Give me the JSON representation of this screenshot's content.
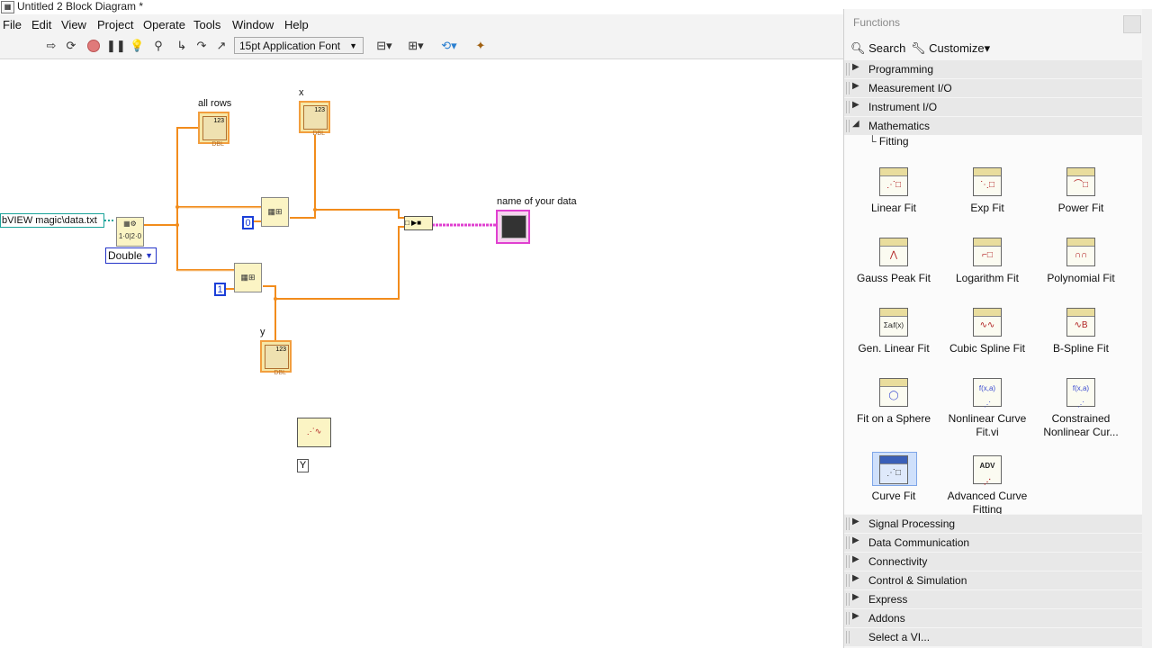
{
  "window": {
    "title": "Untitled 2 Block Diagram *"
  },
  "menu": [
    "File",
    "Edit",
    "View",
    "Project",
    "Operate",
    "Tools",
    "Window",
    "Help"
  ],
  "toolbar": {
    "font_selector": "15pt Application Font",
    "icons": [
      "run-arrow-icon",
      "run-continuously-icon",
      "abort-icon",
      "pause-icon",
      "highlight-execution-icon",
      "retain-wire-values-icon",
      "step-into-icon",
      "step-over-icon",
      "step-out-icon",
      "align-icon",
      "distribute-icon",
      "reorder-icon",
      "cleanup-icon"
    ]
  },
  "diagram": {
    "path_constant": "bVIEW magic\\data.txt",
    "ring_value": "Double",
    "labels": {
      "all_rows": "all rows",
      "x": "x",
      "y": "y",
      "name_of_data": "name of your data",
      "Y": "Y"
    },
    "indicator_text": "123",
    "indicator_sub": "DBL",
    "constants": {
      "zero": "0",
      "one": "1"
    },
    "wire_colors": {
      "dbl": "#f28c1c",
      "path": "#1aa39a",
      "cluster": "#e040d0"
    }
  },
  "functions_palette": {
    "title": "Functions",
    "search_label": "Search",
    "customize_label": "Customize",
    "categories_top": [
      "Programming",
      "Measurement I/O",
      "Instrument I/O"
    ],
    "expanded_category": "Mathematics",
    "subcategory": "Fitting",
    "items": [
      {
        "label": "Linear Fit",
        "icon": "linear-fit-icon"
      },
      {
        "label": "Exp Fit",
        "icon": "exp-fit-icon"
      },
      {
        "label": "Power Fit",
        "icon": "power-fit-icon"
      },
      {
        "label": "Gauss Peak Fit",
        "icon": "gauss-peak-fit-icon"
      },
      {
        "label": "Logarithm Fit",
        "icon": "logarithm-fit-icon"
      },
      {
        "label": "Polynomial Fit",
        "icon": "polynomial-fit-icon"
      },
      {
        "label": "Gen. Linear Fit",
        "icon": "gen-linear-fit-icon"
      },
      {
        "label": "Cubic Spline Fit",
        "icon": "cubic-spline-fit-icon"
      },
      {
        "label": "B-Spline Fit",
        "icon": "b-spline-fit-icon"
      },
      {
        "label": "Fit on a Sphere",
        "icon": "fit-on-sphere-icon"
      },
      {
        "label": "Nonlinear Curve Fit.vi",
        "icon": "nonlinear-curve-fit-icon"
      },
      {
        "label": "Constrained Nonlinear Cur...",
        "icon": "constrained-nonlinear-icon"
      },
      {
        "label": "Curve Fit",
        "icon": "curve-fit-express-icon"
      },
      {
        "label": "Advanced Curve Fitting",
        "icon": "advanced-curve-fitting-icon"
      }
    ],
    "categories_bottom": [
      "Signal Processing",
      "Data Communication",
      "Connectivity",
      "Control & Simulation",
      "Express",
      "Addons",
      "Select a VI..."
    ]
  }
}
